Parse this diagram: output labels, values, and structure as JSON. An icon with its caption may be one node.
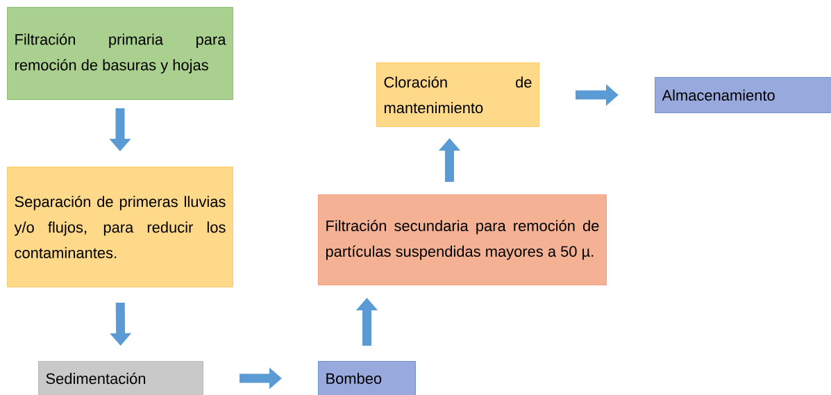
{
  "diagram": {
    "nodes": [
      {
        "text": [
          "Filtración primaria para remoción de basuras y hojas"
        ]
      },
      {
        "text": [
          "Separación de primeras lluvias y/o flujos, para reducir los contaminantes."
        ]
      },
      {
        "text": [
          "Sedimentación"
        ]
      },
      {
        "text": [
          "Bombeo"
        ]
      },
      {
        "text": [
          "Filtración secundaria para remoción de partículas suspendidas mayores a 50 µ."
        ]
      },
      {
        "text": [
          "Cloración de mantenimiento"
        ]
      },
      {
        "text": [
          "Almacenamiento"
        ]
      }
    ],
    "edges": [
      {
        "from": 0,
        "to": 1,
        "arrow": "to"
      },
      {
        "from": 1,
        "to": 2,
        "arrow": "to"
      },
      {
        "from": 2,
        "to": 3,
        "arrow": "to"
      },
      {
        "from": 3,
        "to": 4,
        "arrow": "to"
      },
      {
        "from": 4,
        "to": 5,
        "arrow": "to"
      },
      {
        "from": 5,
        "to": 6,
        "arrow": "to"
      }
    ]
  }
}
